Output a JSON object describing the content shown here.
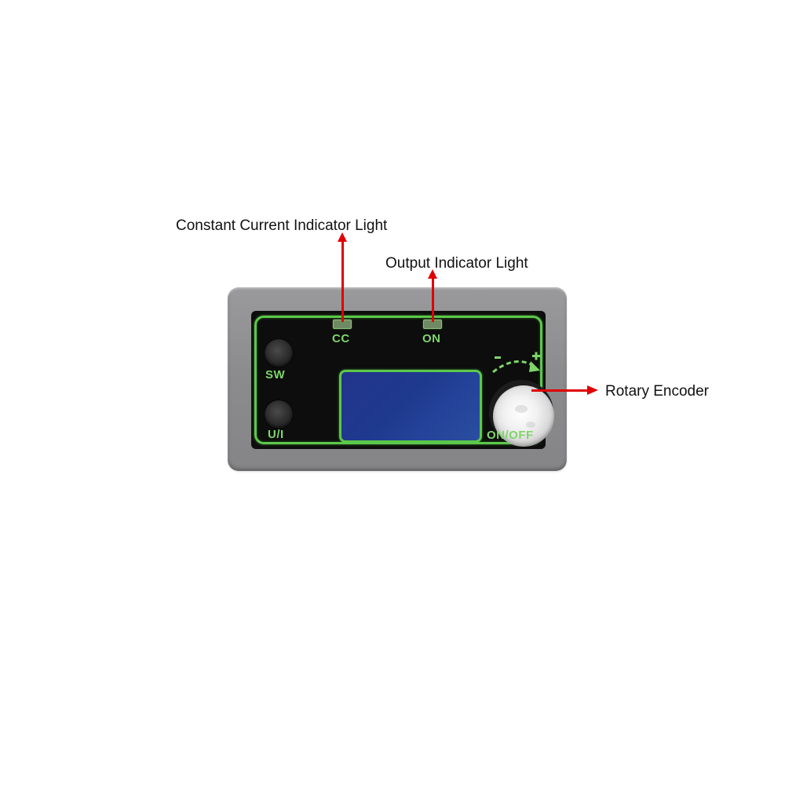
{
  "callouts": {
    "constant_current": "Constant Current Indicator Light",
    "output_indicator": "Output Indicator Light",
    "rotary_encoder": "Rotary Encoder"
  },
  "device": {
    "indicators": [
      {
        "label": "CC",
        "meaning": "constant current"
      },
      {
        "label": "ON",
        "meaning": "output"
      }
    ],
    "buttons": [
      {
        "label": "SW"
      },
      {
        "label": "U/I"
      }
    ],
    "encoder": {
      "label": "ON/OFF",
      "minus": "-",
      "plus": "+"
    },
    "colors": {
      "casing": "#8e8e90",
      "panel": "#0c0d0c",
      "accent_green": "#5cc84a",
      "label_green": "#7fd56a",
      "lcd_blue": "#1e3a8f",
      "arrow_red": "#e00000"
    }
  }
}
